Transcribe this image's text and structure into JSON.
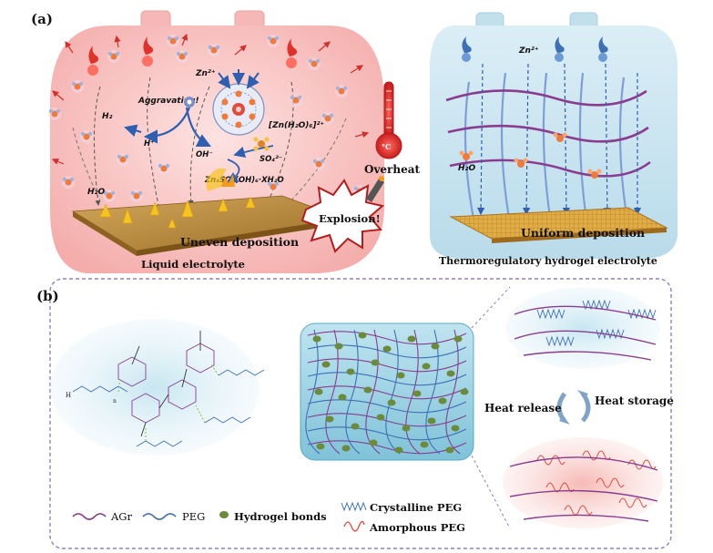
{
  "panel_a": {
    "label": "(a)",
    "left": {
      "caption": "Liquid electrolyte",
      "zn_ion": "Zn²⁺",
      "complex": "[Zn(H₂O)₆]²⁺",
      "aggravating": "Aggravating!",
      "h2": "H₂",
      "h_plus": "H⁺",
      "oh_minus": "OH⁻",
      "sulfate": "SO₄²⁻",
      "byproduct": "Zn₄SO₄(OH)₆·XH₂O",
      "water": "H₂O",
      "deposition": "Uneven deposition"
    },
    "thermometer_unit": "°C",
    "overheat": "Overheat",
    "explosion": "Explosion!",
    "right": {
      "caption": "Thermoregulatory hydrogel electrolyte",
      "zn_ion": "Zn²⁺",
      "water": "H₂O",
      "deposition": "Uniform deposition"
    }
  },
  "panel_b": {
    "label": "(b)",
    "heat_release": "Heat release",
    "heat_storage": "Heat storage",
    "n_sub": "n",
    "h_atom": "H",
    "legend": {
      "agr": "AGr",
      "peg": "PEG",
      "bonds": "Hydrogel bonds",
      "crystalline": "Crystalline PEG",
      "amorphous": "Amorphous PEG"
    }
  },
  "colors": {
    "left_bg": "#f9c7c6",
    "right_bg": "#cfe7f2",
    "agr_line": "#8a3d8f",
    "peg_line": "#3f6fb5",
    "bond_dot": "#6b8a3a",
    "substrate": "#b98a3a",
    "uniform_substrate": "#d9a640",
    "arrow_red": "#d0312d",
    "arrow_blue": "#2f5fb0"
  }
}
